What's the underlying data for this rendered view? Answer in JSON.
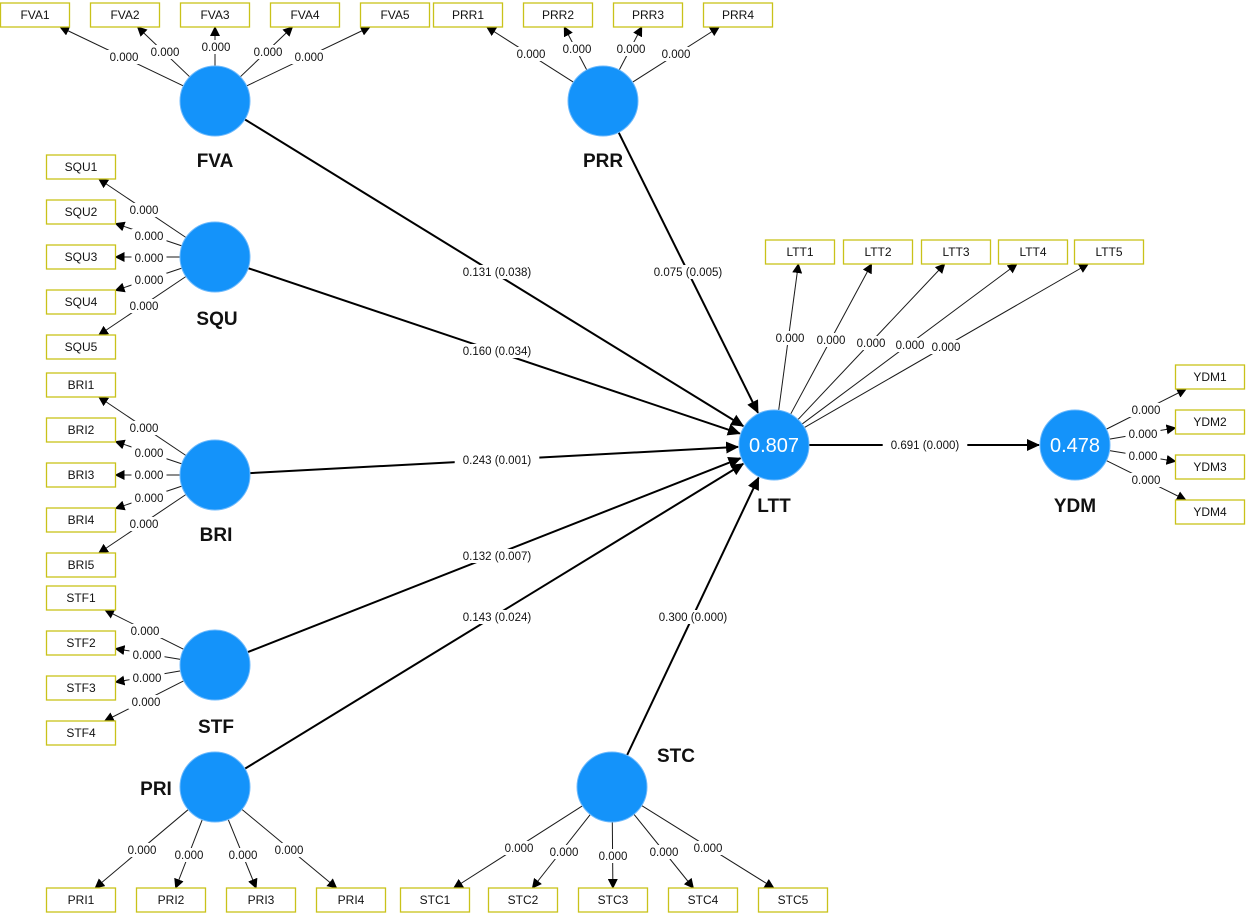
{
  "diagram": {
    "type": "PLS-SEM path model",
    "colors": {
      "construct_fill": "#1493fa",
      "indicator_border": "#c9c21a",
      "arrow": "#000000"
    },
    "constructs": [
      {
        "id": "FVA",
        "label": "FVA",
        "r2": null,
        "indicators": [
          "FVA1",
          "FVA2",
          "FVA3",
          "FVA4",
          "FVA5"
        ],
        "loadings_p": [
          "0.000",
          "0.000",
          "0.000",
          "0.000",
          "0.000"
        ]
      },
      {
        "id": "PRR",
        "label": "PRR",
        "r2": null,
        "indicators": [
          "PRR1",
          "PRR2",
          "PRR3",
          "PRR4"
        ],
        "loadings_p": [
          "0.000",
          "0.000",
          "0.000",
          "0.000"
        ]
      },
      {
        "id": "SQU",
        "label": "SQU",
        "r2": null,
        "indicators": [
          "SQU1",
          "SQU2",
          "SQU3",
          "SQU4",
          "SQU5"
        ],
        "loadings_p": [
          "0.000",
          "0.000",
          "0.000",
          "0.000",
          "0.000"
        ]
      },
      {
        "id": "BRI",
        "label": "BRI",
        "r2": null,
        "indicators": [
          "BRI1",
          "BRI2",
          "BRI3",
          "BRI4",
          "BRI5"
        ],
        "loadings_p": [
          "0.000",
          "0.000",
          "0.000",
          "0.000",
          "0.000"
        ]
      },
      {
        "id": "STF",
        "label": "STF",
        "r2": null,
        "indicators": [
          "STF1",
          "STF2",
          "STF3",
          "STF4"
        ],
        "loadings_p": [
          "0.000",
          "0.000",
          "0.000",
          "0.000"
        ]
      },
      {
        "id": "PRI",
        "label": "PRI",
        "r2": null,
        "indicators": [
          "PRI1",
          "PRI2",
          "PRI3",
          "PRI4"
        ],
        "loadings_p": [
          "0.000",
          "0.000",
          "0.000",
          "0.000"
        ]
      },
      {
        "id": "STC",
        "label": "STC",
        "r2": null,
        "indicators": [
          "STC1",
          "STC2",
          "STC3",
          "STC4",
          "STC5"
        ],
        "loadings_p": [
          "0.000",
          "0.000",
          "0.000",
          "0.000",
          "0.000"
        ]
      },
      {
        "id": "LTT",
        "label": "LTT",
        "r2": "0.807",
        "indicators": [
          "LTT1",
          "LTT2",
          "LTT3",
          "LTT4",
          "LTT5"
        ],
        "loadings_p": [
          "0.000",
          "0.000",
          "0.000",
          "0.000",
          "0.000"
        ]
      },
      {
        "id": "YDM",
        "label": "YDM",
        "r2": "0.478",
        "indicators": [
          "YDM1",
          "YDM2",
          "YDM3",
          "YDM4"
        ],
        "loadings_p": [
          "0.000",
          "0.000",
          "0.000",
          "0.000"
        ]
      }
    ],
    "paths": [
      {
        "from": "FVA",
        "to": "LTT",
        "label": "0.131 (0.038)"
      },
      {
        "from": "PRR",
        "to": "LTT",
        "label": "0.075 (0.005)"
      },
      {
        "from": "SQU",
        "to": "LTT",
        "label": "0.160 (0.034)"
      },
      {
        "from": "BRI",
        "to": "LTT",
        "label": "0.243 (0.001)"
      },
      {
        "from": "STF",
        "to": "LTT",
        "label": "0.132 (0.007)"
      },
      {
        "from": "PRI",
        "to": "LTT",
        "label": "0.143 (0.024)"
      },
      {
        "from": "STC",
        "to": "LTT",
        "label": "0.300 (0.000)"
      },
      {
        "from": "LTT",
        "to": "YDM",
        "label": "0.691 (0.000)"
      }
    ]
  }
}
